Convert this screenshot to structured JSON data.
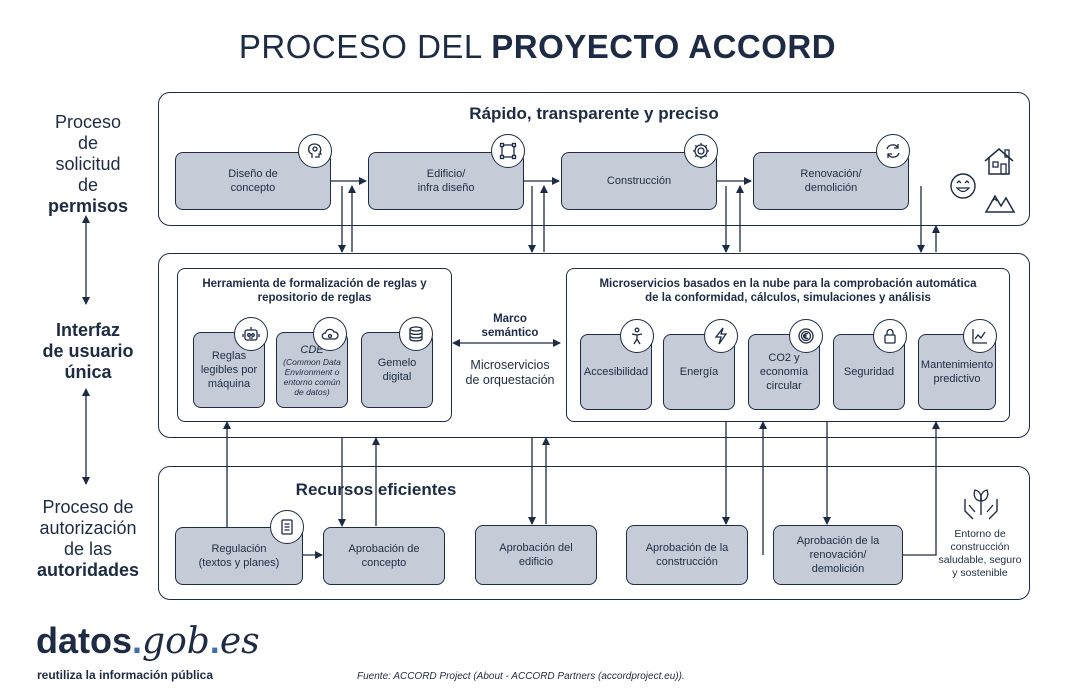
{
  "title": {
    "light": "PROCESO DEL ",
    "bold": "PROYECTO ACCORD"
  },
  "side_labels": {
    "permit": {
      "l1": "Proceso",
      "l2": "de",
      "l3": "solicitud",
      "l4": "de",
      "l5": "permisos"
    },
    "ui": {
      "l1": "Interfaz",
      "l2": "de usuario",
      "l3": "única"
    },
    "authority": {
      "l1": "Proceso de",
      "l2": "autorización",
      "l3": "de las",
      "l4": "autoridades"
    }
  },
  "top_panel": {
    "heading": "Rápido, transparente y preciso",
    "steps": [
      {
        "l1": "Diseño de",
        "l2": "concepto"
      },
      {
        "l1": "Edificio/",
        "l2": "infra diseño"
      },
      {
        "l1": "Construcción",
        "l2": ""
      },
      {
        "l1": "Renovación/",
        "l2": "demolición"
      }
    ]
  },
  "middle_panel": {
    "left_heading": {
      "l1": "Herramienta de formalización de reglas y",
      "l2": "repositorio de reglas"
    },
    "left_items": [
      {
        "l1": "Reglas",
        "l2": "legibles por",
        "l3": "máquina"
      },
      {
        "l1": "CDE",
        "l2": "(Common Data",
        "l3": "Environment o",
        "l4": "entorno común",
        "l5": "de datos)"
      },
      {
        "l1": "Gemelo",
        "l2": "digital"
      }
    ],
    "center_bold": {
      "l1": "Marco",
      "l2": "semántico"
    },
    "center_plain": {
      "l1": "Microservicios",
      "l2": "de orquestación"
    },
    "right_heading": {
      "l1": "Microservicios basados en la nube para la comprobación automática",
      "l2": "de la conformidad, cálculos, simulaciones y análisis"
    },
    "right_items": [
      {
        "l1": "Accesibilidad",
        "l2": "",
        "l3": ""
      },
      {
        "l1": "Energía",
        "l2": "",
        "l3": ""
      },
      {
        "l1": "CO2 y",
        "l2": "economía",
        "l3": "circular"
      },
      {
        "l1": "Seguridad",
        "l2": "",
        "l3": ""
      },
      {
        "l1": "Mantenimiento",
        "l2": "predictivo",
        "l3": ""
      }
    ]
  },
  "bottom_panel": {
    "heading": "Recursos eficientes",
    "items": [
      {
        "l1": "Regulación",
        "l2": "(textos y planes)"
      },
      {
        "l1": "Aprobación de",
        "l2": "concepto"
      },
      {
        "l1": "Aprobación del",
        "l2": "edificio"
      },
      {
        "l1": "Aprobación de la",
        "l2": "construcción"
      },
      {
        "l1": "Aprobación de la",
        "l2": "renovación/",
        "l3": "demolición"
      }
    ],
    "env": {
      "l1": "Entorno de",
      "l2": "construcción",
      "l3": "saludable, seguro",
      "l4": "y sostenible"
    }
  },
  "footer": {
    "logo_main": "datos",
    "logo_dot1": ".",
    "logo_gob": "gob",
    "logo_dot2": ".",
    "logo_es": "es",
    "logo_tagline": "reutiliza la información pública",
    "source": "Fuente: ACCORD Project (About - ACCORD Partners (accordproject.eu))."
  },
  "colors": {
    "navy": "#1d2b44",
    "box_fill": "#c5ccd8",
    "accent": "#3d6fb0"
  },
  "icons": [
    "brain-icon",
    "frame-icon",
    "gear-icon",
    "refresh-icon",
    "smiley-icon",
    "house-icon",
    "mountain-icon",
    "robot-icon",
    "cloud-icon",
    "database-icon",
    "accessibility-icon",
    "lightning-icon",
    "euro-coin-icon",
    "lock-icon",
    "chart-icon",
    "document-icon",
    "plant-hands-icon"
  ]
}
